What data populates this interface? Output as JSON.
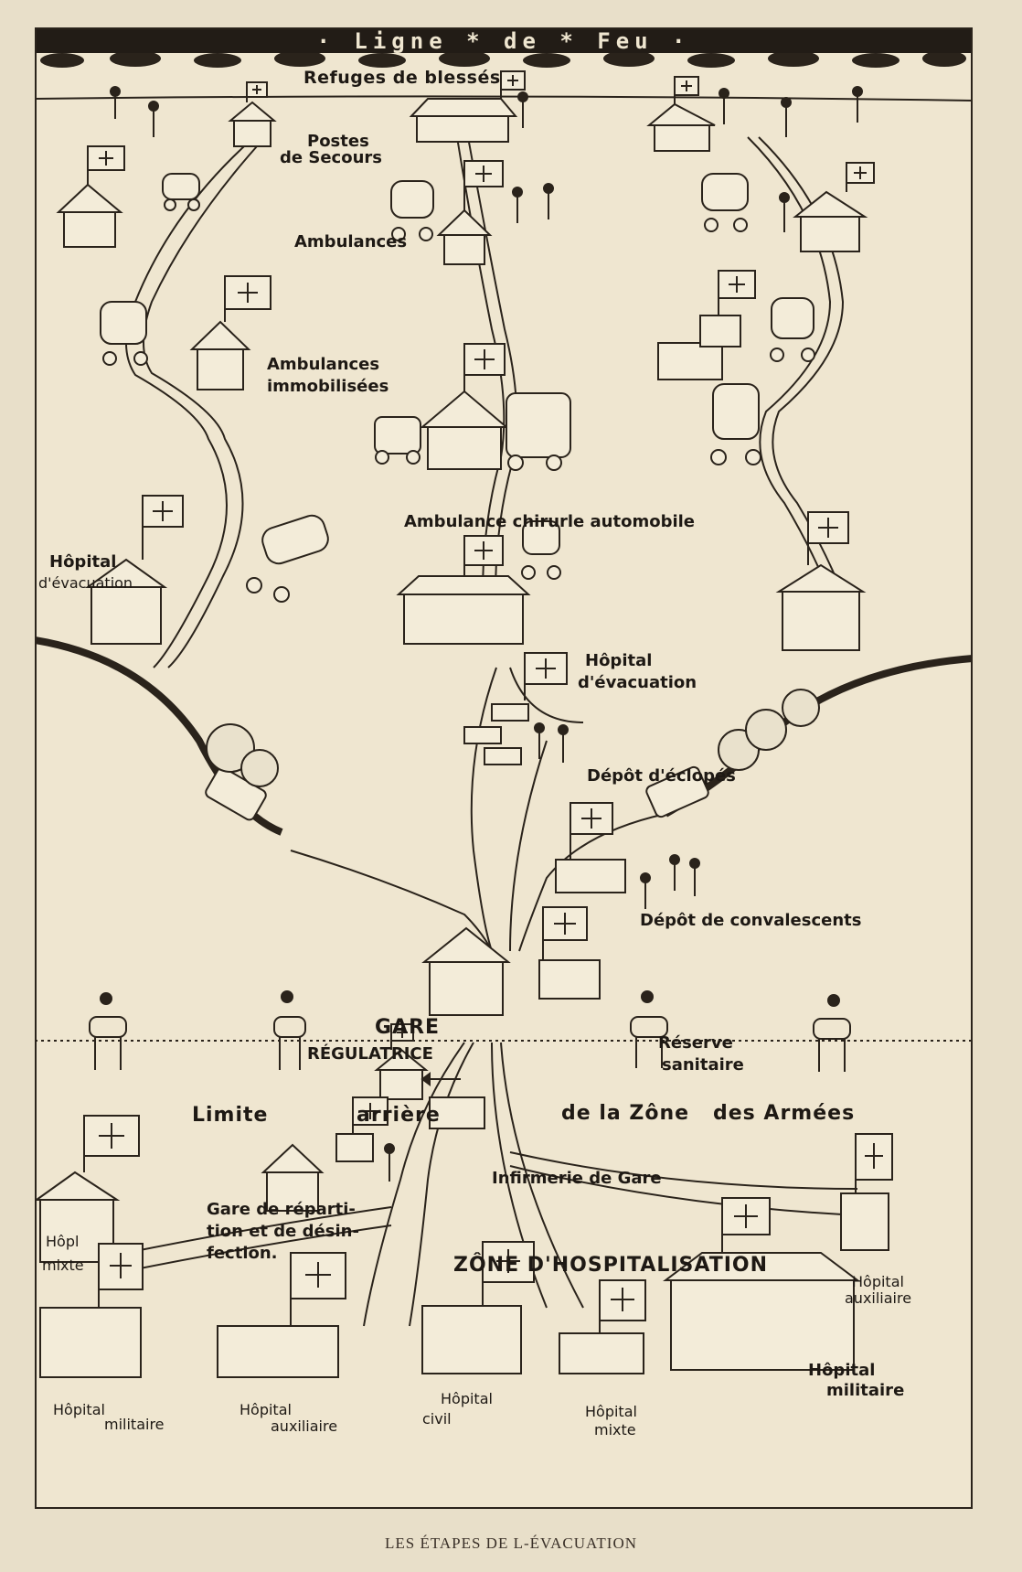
{
  "banner": "· Ligne * de * Feu ·",
  "labels": {
    "refuges": "Refuges de blessés",
    "postes": "Postes",
    "postes2": "de Secours",
    "ambulances": "Ambulances",
    "amb_immo1": "Ambulances",
    "amb_immo2": "immobilisées",
    "amb_chir": "Ambulance chirurle automobile",
    "hop_evac_left1": "Hôpital",
    "hop_evac_left2": "d'évacuation",
    "hop_evac_center1": "Hôpital",
    "hop_evac_center2": "d'évacuation",
    "depot_eclopes": "Dépôt d'éclopés",
    "depot_conv": "Dépôt de convalescents",
    "gare1": "GARE",
    "gare2": "RÉGULATRICE",
    "reserve1": "Réserve",
    "reserve2": "sanitaire",
    "limite_a": "Limite",
    "limite_b": "arrière",
    "limite_c": "de la Zône",
    "limite_d": "des Armées",
    "infirmerie": "Infirmerie de Gare",
    "gare_rep1": "Gare de réparti-",
    "gare_rep2": "tion et de désin-",
    "gare_rep3": "fection.",
    "zone_hosp": "ZÔNE D'HOSPITALISATION",
    "hop_mixte_l1": "Hôpl",
    "hop_mixte_l2": "mixte",
    "hop_aux_r1": "Hôpital",
    "hop_aux_r2": "auxiliaire",
    "hop_mil_r1": "Hôpital",
    "hop_mil_r2": "militaire",
    "hop_mil_l1": "Hôpital",
    "hop_mil_l2": "militaire",
    "hop_aux_b1": "Hôpital",
    "hop_aux_b2": "auxiliaire",
    "hop_civil1": "Hôpital",
    "hop_civil2": "civil",
    "hop_mixte_b1": "Hôpital",
    "hop_mixte_b2": "mixte"
  },
  "caption": "LES ÉTAPES DE L-ÉVACUATION",
  "colors": {
    "ink": "#1e1914",
    "paper": "#efe6d0",
    "background": "#e8dfc9"
  }
}
